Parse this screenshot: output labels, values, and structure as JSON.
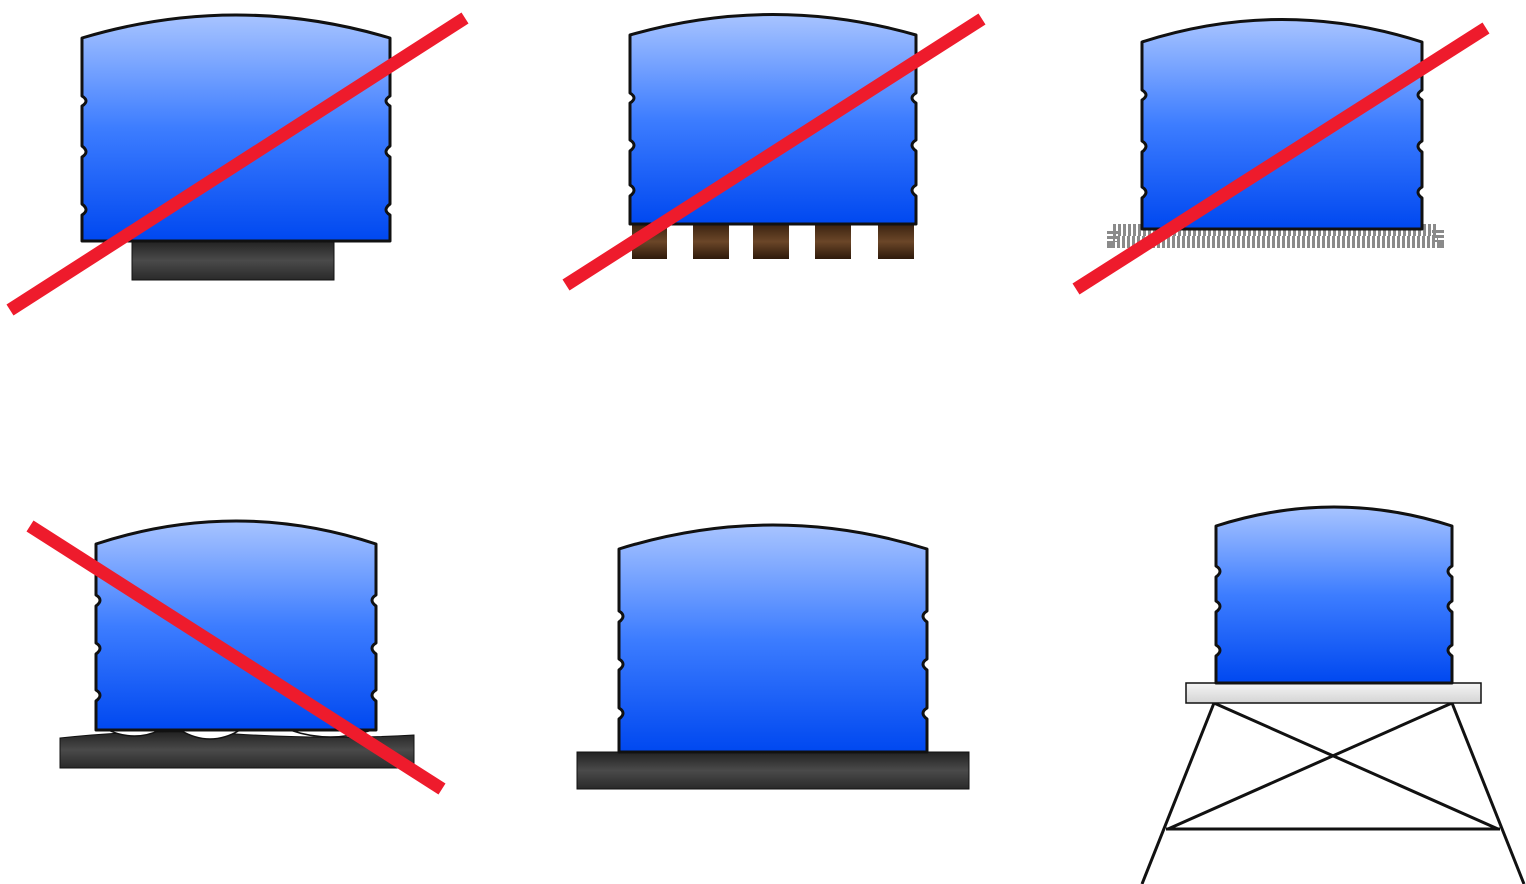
{
  "colors": {
    "background": "#ffffff",
    "tank_gradient_top": "#a8c4ff",
    "tank_gradient_mid": "#3d7dff",
    "tank_gradient_bottom": "#0048f0",
    "outline": "#111111",
    "cross_out": "#ee1b2c",
    "dark_base": "#3b3b3b",
    "brown_block": "#5a3a20",
    "gray_strip": "#8a8a8a",
    "light_platform": "#e6e6e6"
  },
  "panels": [
    {
      "id": "smaller-base",
      "verdict": "incorrect",
      "foundation": "undersized-dark-base"
    },
    {
      "id": "spaced-blocks",
      "verdict": "incorrect",
      "foundation": "spaced-blocks"
    },
    {
      "id": "slatted-strip",
      "verdict": "incorrect",
      "foundation": "slatted-strip"
    },
    {
      "id": "uneven-base",
      "verdict": "incorrect",
      "foundation": "uneven-base"
    },
    {
      "id": "full-flat-base",
      "verdict": "correct",
      "foundation": "full-flat-base"
    },
    {
      "id": "stand",
      "verdict": "correct",
      "foundation": "platform-on-stand"
    }
  ]
}
